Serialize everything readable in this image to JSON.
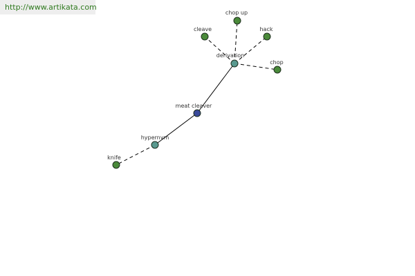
{
  "watermark": "http://www.artikata.com",
  "colors": {
    "center_node": "#3a4a9a",
    "relation_node": "#5a9a90",
    "word_node": "#4a8a3a",
    "watermark_text": "#2f7a1f",
    "watermark_bg": "#eeeeee"
  },
  "nodes": {
    "meat_cleaver": "meat cleaver",
    "hypernym": "hypernym",
    "knife": "knife",
    "derivation": "derivation",
    "chop_up": "chop up",
    "cleave": "cleave",
    "hack": "hack",
    "chop": "chop"
  }
}
